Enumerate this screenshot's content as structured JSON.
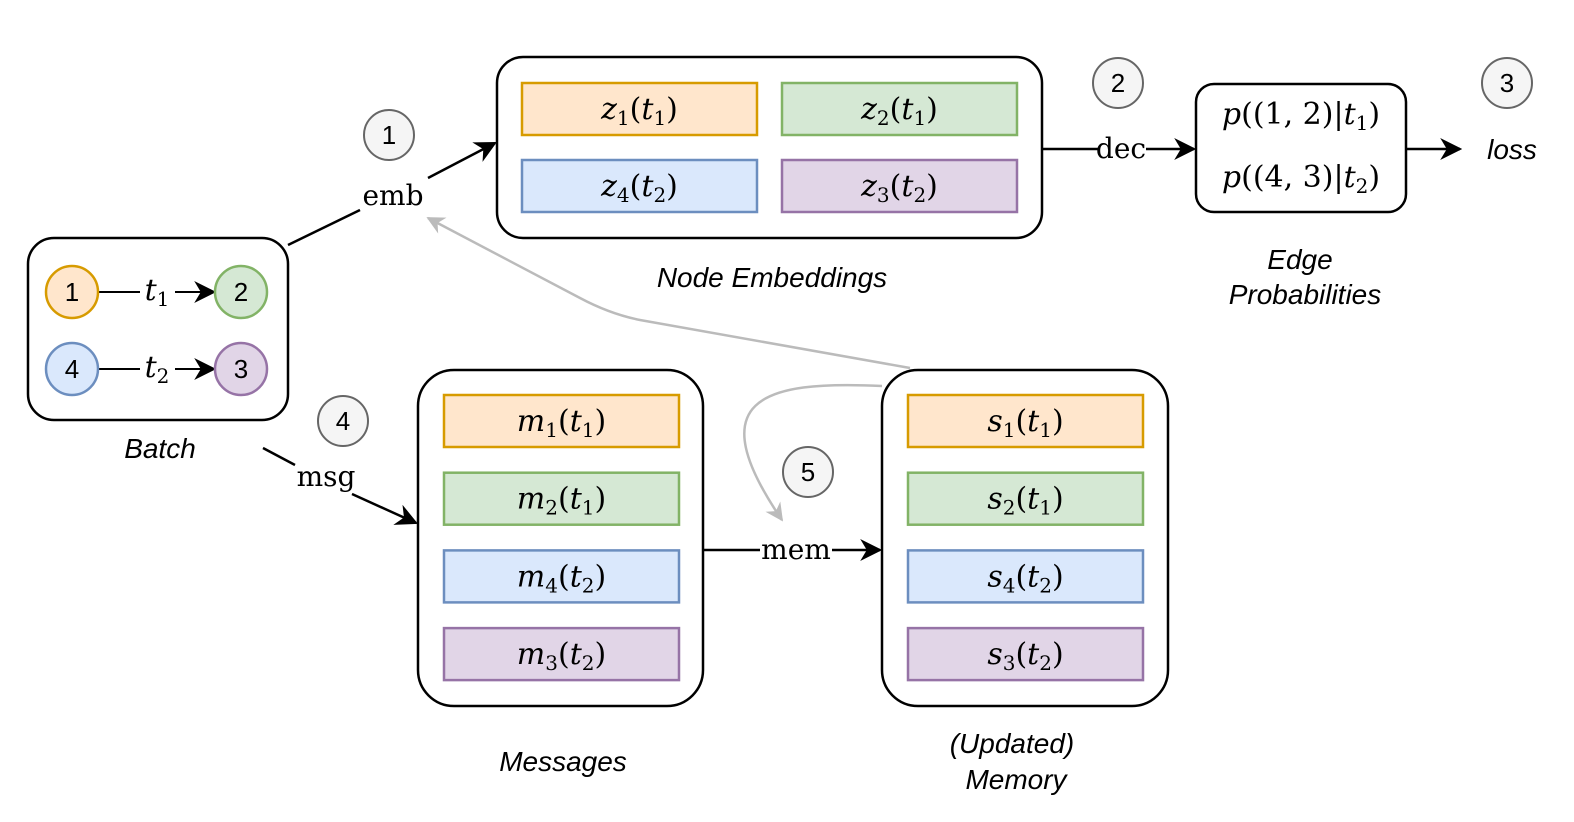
{
  "colors": {
    "orange": {
      "fill": "#ffe6cc",
      "stroke": "#d79b00"
    },
    "green": {
      "fill": "#d5e8d4",
      "stroke": "#82b366"
    },
    "blue": {
      "fill": "#dae8fc",
      "stroke": "#6c8ebf"
    },
    "purple": {
      "fill": "#e1d5e7",
      "stroke": "#9673a6"
    },
    "step_fill": "#f5f5f5",
    "step_stroke": "#666666",
    "feedback_arrow": "#bbbbbb"
  },
  "batch": {
    "label": "Batch",
    "nodes": [
      "1",
      "2",
      "4",
      "3"
    ],
    "edges": [
      {
        "t": "t",
        "sub": "1"
      },
      {
        "t": "t",
        "sub": "2"
      }
    ]
  },
  "steps": [
    "1",
    "2",
    "3",
    "4",
    "5"
  ],
  "ops": {
    "emb": "emb",
    "dec": "dec",
    "msg": "msg",
    "mem": "mem"
  },
  "embeddings": {
    "label": "Node Embeddings",
    "items": [
      {
        "v": "z",
        "sub": "1",
        "t": "t",
        "tsub": "1"
      },
      {
        "v": "z",
        "sub": "2",
        "t": "t",
        "tsub": "1"
      },
      {
        "v": "z",
        "sub": "4",
        "t": "t",
        "tsub": "2"
      },
      {
        "v": "z",
        "sub": "3",
        "t": "t",
        "tsub": "2"
      }
    ]
  },
  "edge_probs": {
    "label_line1": "Edge",
    "label_line2": "Probabilities",
    "items": [
      {
        "p": "p",
        "pair": "((1, 2)|",
        "t": "t",
        "tsub": "1"
      },
      {
        "p": "p",
        "pair": "((4, 3)|",
        "t": "t",
        "tsub": "2"
      }
    ]
  },
  "loss": "loss",
  "messages": {
    "label": "Messages",
    "items": [
      {
        "v": "m",
        "sub": "1",
        "t": "t",
        "tsub": "1"
      },
      {
        "v": "m",
        "sub": "2",
        "t": "t",
        "tsub": "1"
      },
      {
        "v": "m",
        "sub": "4",
        "t": "t",
        "tsub": "2"
      },
      {
        "v": "m",
        "sub": "3",
        "t": "t",
        "tsub": "2"
      }
    ]
  },
  "memory": {
    "label_line1": "(Updated)",
    "label_line2": "Memory",
    "items": [
      {
        "v": "s",
        "sub": "1",
        "t": "t",
        "tsub": "1"
      },
      {
        "v": "s",
        "sub": "2",
        "t": "t",
        "tsub": "1"
      },
      {
        "v": "s",
        "sub": "4",
        "t": "t",
        "tsub": "2"
      },
      {
        "v": "s",
        "sub": "3",
        "t": "t",
        "tsub": "2"
      }
    ]
  }
}
